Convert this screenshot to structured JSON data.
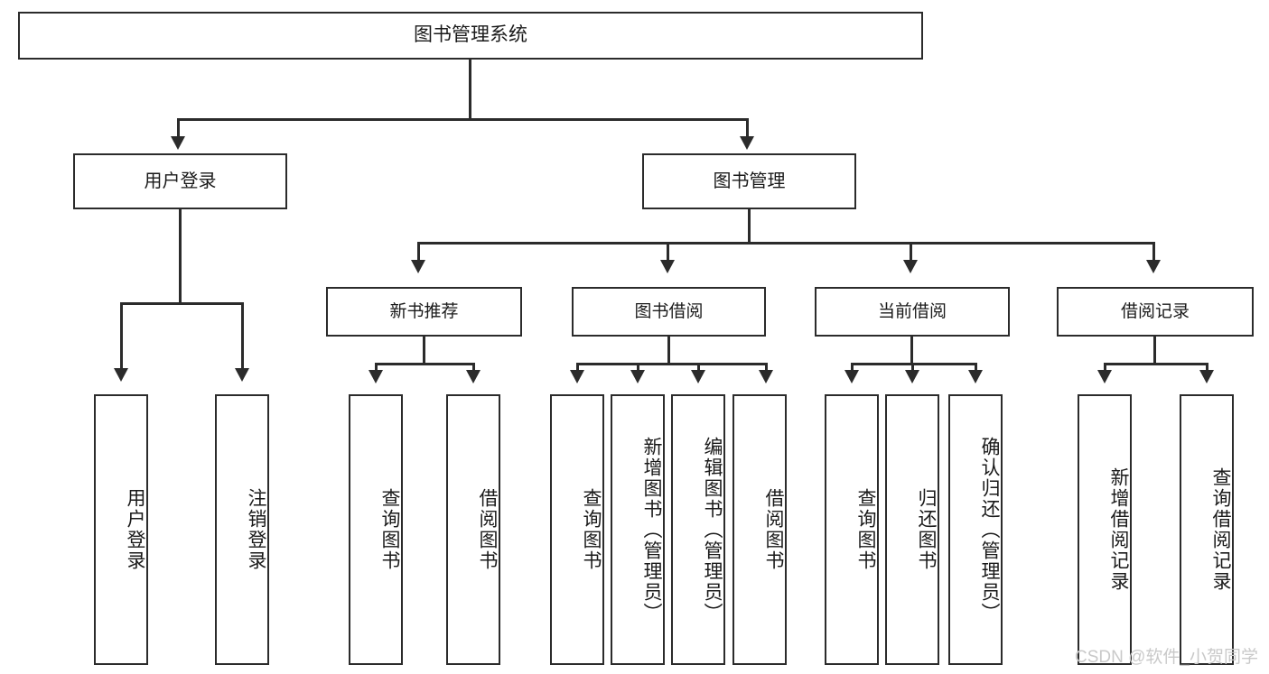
{
  "diagram": {
    "title": "图书管理系统",
    "type": "hierarchy-tree",
    "root": {
      "label": "图书管理系统"
    },
    "level2": [
      {
        "label": "用户登录"
      },
      {
        "label": "图书管理"
      }
    ],
    "level3": [
      {
        "label": "新书推荐"
      },
      {
        "label": "图书借阅"
      },
      {
        "label": "当前借阅"
      },
      {
        "label": "借阅记录"
      }
    ],
    "leaves": {
      "user_login": [
        {
          "label": "用户登录"
        },
        {
          "label": "注销登录"
        }
      ],
      "new_book_recommend": [
        {
          "label": "查询图书"
        },
        {
          "label": "借阅图书"
        }
      ],
      "book_borrow": [
        {
          "label": "查询图书"
        },
        {
          "label": "新增图书（管理员）"
        },
        {
          "label": "编辑图书（管理员）"
        },
        {
          "label": "借阅图书"
        }
      ],
      "current_borrow": [
        {
          "label": "查询图书"
        },
        {
          "label": "归还图书"
        },
        {
          "label": "确认归还（管理员）"
        }
      ],
      "borrow_record": [
        {
          "label": "新增借阅记录"
        },
        {
          "label": "查询借阅记录"
        }
      ]
    }
  },
  "watermark": {
    "text": "CSDN @软件_小贺同学"
  },
  "colors": {
    "stroke": "#2b2b2b",
    "background": "#ffffff",
    "text": "#1a1a1a",
    "watermark": "#c9c9c9"
  }
}
